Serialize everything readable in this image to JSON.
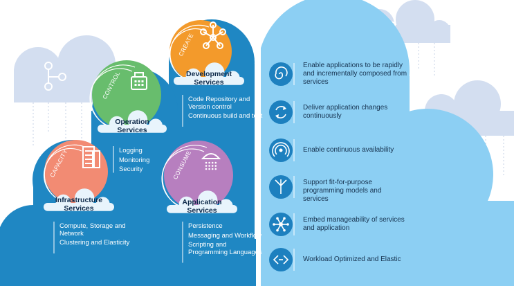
{
  "colors": {
    "dark_blue": "#1f87c3",
    "light_blue": "#8ccff3",
    "cloud_white": "#e8f4fc",
    "create_orange": "#f39a2b",
    "control_green": "#68bd6d",
    "capacity_salmon": "#f28b73",
    "consume_purple": "#b77fbf",
    "icon_blue": "#1d80bf",
    "bg_cloud_grey": "#d3def0"
  },
  "services": [
    {
      "id": "development",
      "band": "CREATE",
      "title": [
        "Development",
        "Services"
      ],
      "icon": "network-nodes-icon",
      "items": [
        "Code Repository and Version control",
        "Continuous build and test"
      ]
    },
    {
      "id": "operation",
      "band": "CONTROL",
      "title": [
        "Operation",
        "Services"
      ],
      "icon": "control-panel-icon",
      "items": [
        "Logging",
        "Monitoring",
        "Security"
      ]
    },
    {
      "id": "infrastructure",
      "band": "CAPACITY",
      "title": [
        "Infrastructure",
        "Services"
      ],
      "icon": "server-tower-icon",
      "items": [
        "Compute, Storage and Network",
        "Clustering and Elasticity"
      ]
    },
    {
      "id": "application",
      "band": "CONSUME",
      "title": [
        "Application",
        "Services"
      ],
      "icon": "service-grid-icon",
      "items": [
        "Persistence",
        "Messaging and Workflow",
        "Scripting and Programming Languages"
      ]
    }
  ],
  "benefits": [
    {
      "icon": "spiral-icon",
      "text": "Enable applications to be rapidly and incrementally composed from services"
    },
    {
      "icon": "refresh-arrows-icon",
      "text": "Deliver application changes continuously"
    },
    {
      "icon": "broadcast-icon",
      "text": "Enable continuous availability"
    },
    {
      "icon": "branch-arrows-icon",
      "text": "Support fit-for-purpose programming models and services"
    },
    {
      "icon": "snowflake-icon",
      "text": "Embed manageability of services and application"
    },
    {
      "icon": "elastic-arrows-icon",
      "text": "Workload Optimized and Elastic"
    }
  ]
}
